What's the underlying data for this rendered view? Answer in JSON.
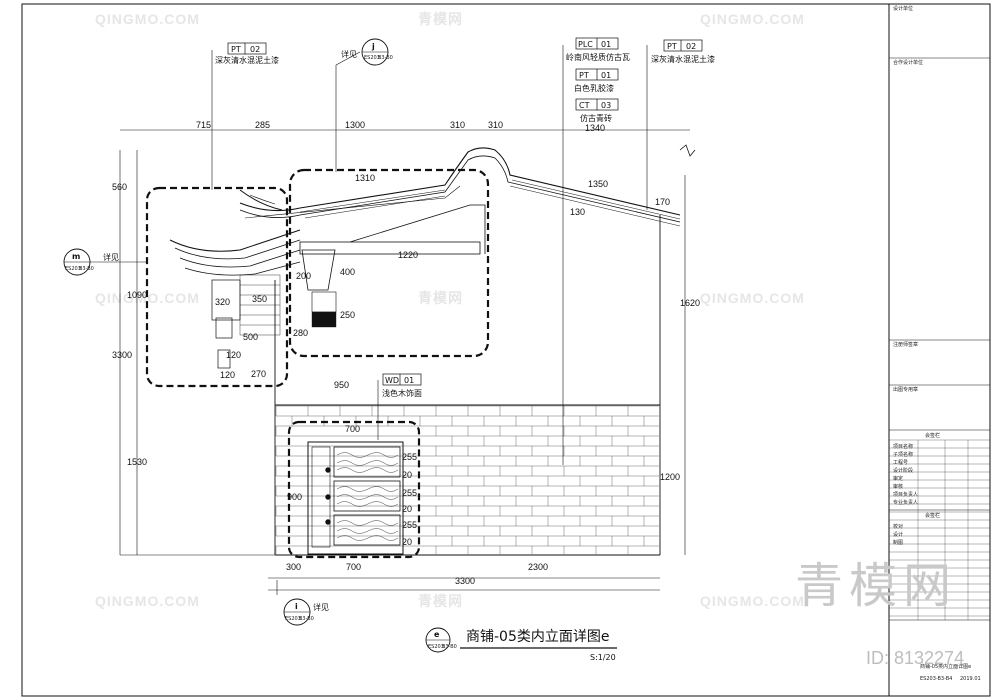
{
  "tags": {
    "pt02_left": {
      "code": "PT",
      "num": "02",
      "desc": "深灰清水混泥土漆"
    },
    "plc01": {
      "code": "PLC",
      "num": "01",
      "desc": "岭南风轻质仿古瓦"
    },
    "pt01": {
      "code": "PT",
      "num": "01",
      "desc": "白色乳胶漆"
    },
    "ct03": {
      "code": "CT",
      "num": "03",
      "desc": "仿古青砖"
    },
    "pt02_right": {
      "code": "PT",
      "num": "02",
      "desc": "深灰清水混泥土漆"
    },
    "wd01": {
      "code": "WD",
      "num": "01",
      "desc": "浅色木饰面"
    }
  },
  "callouts": {
    "j": {
      "letter": "j",
      "ref": "ES203",
      "sub": "B3-B0",
      "note": "详见"
    },
    "m": {
      "letter": "m",
      "ref": "ES203",
      "sub": "B3-B0",
      "note": "详见"
    },
    "i": {
      "letter": "i",
      "ref": "ES203",
      "sub": "B3-B0",
      "note": "详见"
    },
    "e": {
      "letter": "e",
      "ref": "ES203",
      "sub": "B3-B0"
    }
  },
  "dimensions": {
    "top": [
      "715",
      "285",
      "1300",
      "310",
      "310",
      "1340"
    ],
    "roof": [
      "1310",
      "1350",
      "130",
      "170"
    ],
    "left": [
      "560",
      "1090",
      "3300",
      "1530"
    ],
    "bottom": [
      "300",
      "700",
      "2300",
      "3300"
    ],
    "right": [
      "1620",
      "1200"
    ],
    "eave": [
      "320",
      "350",
      "500",
      "120",
      "270",
      "120"
    ],
    "inner": [
      "200",
      "400",
      "1220",
      "250",
      "280",
      "950"
    ],
    "door_top": "700",
    "door_right": [
      "255",
      "20",
      "255",
      "20",
      "255",
      "20"
    ],
    "door_left": "900"
  },
  "drawing_title": "商铺-05类内立面详图e",
  "scale": "S:1/20",
  "title_block": {
    "rows": [
      "设计单位",
      "合作设计单位",
      "注册师签章",
      "出图专用章",
      "会签栏",
      "会签栏"
    ],
    "fields": [
      "项目名称",
      "子项名称",
      "工程号",
      "设计阶段",
      "审定",
      "审核",
      "项目负责人",
      "专业负责人",
      "校对",
      "设计",
      "制图"
    ],
    "drawing_name": "商铺-05类内立面详图e",
    "drawing_no": "ES203-B3-B4",
    "date": "2019.01"
  },
  "watermarks": {
    "small": "QINGMO.COM",
    "small_cn": "青模网",
    "big": "青模网",
    "id": "ID: 8132274"
  }
}
